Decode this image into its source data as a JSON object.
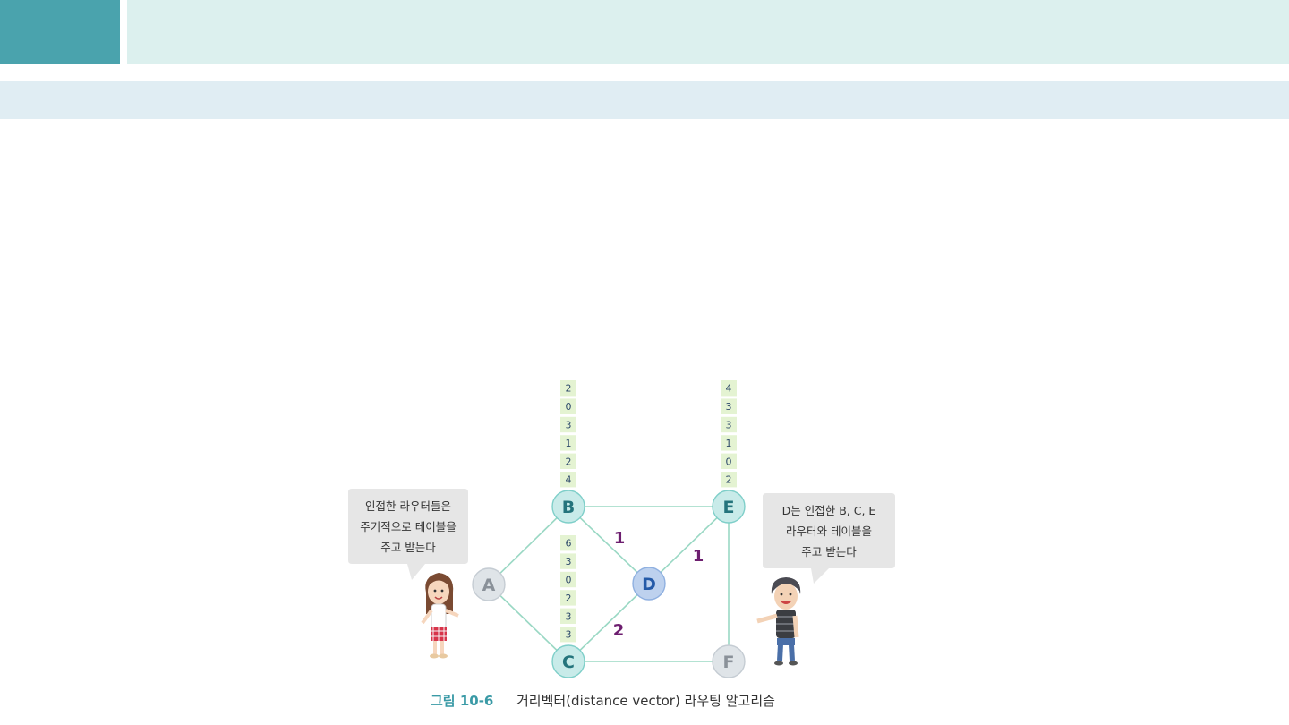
{
  "nodes": [
    {
      "id": "A",
      "label": "A"
    },
    {
      "id": "B",
      "label": "B"
    },
    {
      "id": "C",
      "label": "C"
    },
    {
      "id": "D",
      "label": "D"
    },
    {
      "id": "E",
      "label": "E"
    },
    {
      "id": "F",
      "label": "F"
    }
  ],
  "edges": [
    {
      "from": "A",
      "to": "B"
    },
    {
      "from": "A",
      "to": "C"
    },
    {
      "from": "B",
      "to": "E"
    },
    {
      "from": "B",
      "to": "D"
    },
    {
      "from": "C",
      "to": "D"
    },
    {
      "from": "D",
      "to": "E"
    },
    {
      "from": "E",
      "to": "F"
    },
    {
      "from": "C",
      "to": "F"
    }
  ],
  "weights": [
    {
      "edge": "B-D",
      "value": "1"
    },
    {
      "edge": "D-E",
      "value": "1"
    },
    {
      "edge": "C-D",
      "value": "2"
    }
  ],
  "tables": [
    {
      "node": "B",
      "values": [
        "2",
        "0",
        "3",
        "1",
        "2",
        "4"
      ]
    },
    {
      "node": "E",
      "values": [
        "4",
        "3",
        "3",
        "1",
        "0",
        "2"
      ]
    },
    {
      "node": "C",
      "values": [
        "6",
        "3",
        "0",
        "2",
        "3",
        "3"
      ]
    }
  ],
  "bubbles": {
    "left": [
      "인접한 라우터들은",
      "주기적으로 테이블을",
      "주고 받는다"
    ],
    "right": [
      "D는 인접한 B, C, E",
      "라우터와 테이블을",
      "주고 받는다"
    ]
  },
  "caption": {
    "number": "그림 10-6",
    "title": "거리벡터(distance vector) 라우팅 알고리즘"
  },
  "colors": {
    "header_accent": "#4aa3ad",
    "header_band": "#dcf0ee",
    "sub_band": "#e0edf3",
    "node_fill": "#c8ebe9",
    "node_stroke": "#7fcfc9",
    "node_text": "#24747c",
    "node_gray_fill": "#dfe4e8",
    "node_gray_text": "#8a9199",
    "node_d_fill": "#bdd1ee",
    "node_d_text": "#245aa8",
    "edge": "#9ad8c4",
    "table_fill": "#e4f3d2",
    "weight": "#6d1e6f",
    "bubble": "#e6e6e6"
  }
}
